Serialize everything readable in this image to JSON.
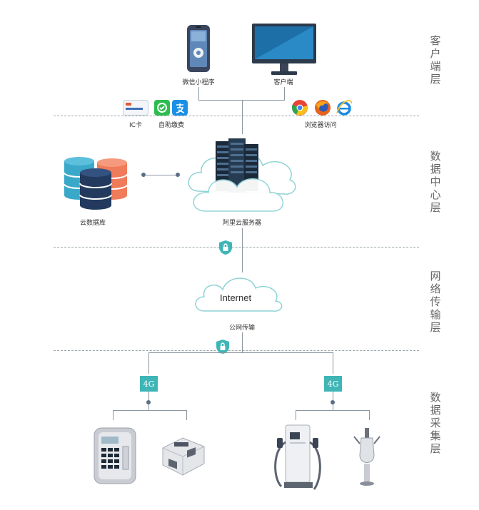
{
  "layers": [
    {
      "key": "client",
      "label": "客户端层"
    },
    {
      "key": "datacenter",
      "label": "数据中心层"
    },
    {
      "key": "network",
      "label": "网络传输层"
    },
    {
      "key": "collection",
      "label": "数据采集层"
    }
  ],
  "client": {
    "mini_program_label": "微信小程序",
    "client_label": "客户端",
    "ic_card_label": "IC卡",
    "self_pay_label": "自助缴费",
    "browser_label": "浏览器访问"
  },
  "datacenter": {
    "cloud_db_label": "云数据库",
    "aliyun_label": "阿里云服务器"
  },
  "network": {
    "internet_label": "Internet",
    "public_net_label": "公网传输"
  },
  "collection": {
    "left_badge": "4G",
    "right_badge": "4G"
  },
  "colors": {
    "teal": "#3fb5b6",
    "db_top": "#3aa9c9",
    "db_orange": "#ef7b5a",
    "db_navy": "#233a5e",
    "dashed": "#9aa6ad"
  }
}
